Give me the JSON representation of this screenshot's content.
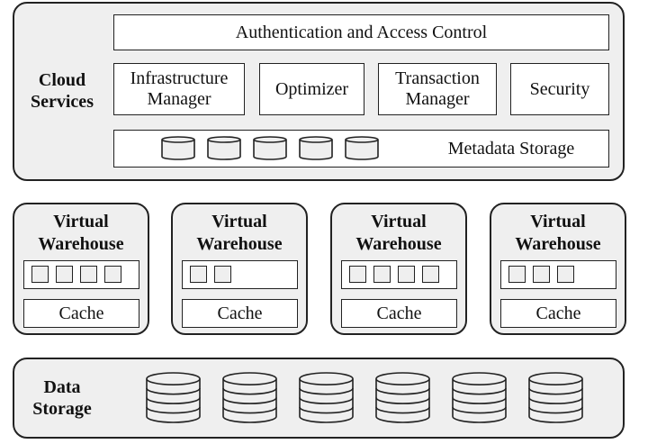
{
  "cloud_services": {
    "label": "Cloud Services",
    "auth": "Authentication and Access Control",
    "infrastructure_manager": "Infrastructure Manager",
    "optimizer": "Optimizer",
    "transaction_manager": "Transaction Manager",
    "security": "Security",
    "metadata_storage": "Metadata Storage",
    "metadata_cylinder_count": 5
  },
  "virtual_warehouses": [
    {
      "title": "Virtual Warehouse",
      "cache": "Cache",
      "slots": 4
    },
    {
      "title": "Virtual Warehouse",
      "cache": "Cache",
      "slots": 2
    },
    {
      "title": "Virtual Warehouse",
      "cache": "Cache",
      "slots": 4
    },
    {
      "title": "Virtual Warehouse",
      "cache": "Cache",
      "slots": 3
    }
  ],
  "data_storage": {
    "label": "Data Storage",
    "database_count": 6
  }
}
